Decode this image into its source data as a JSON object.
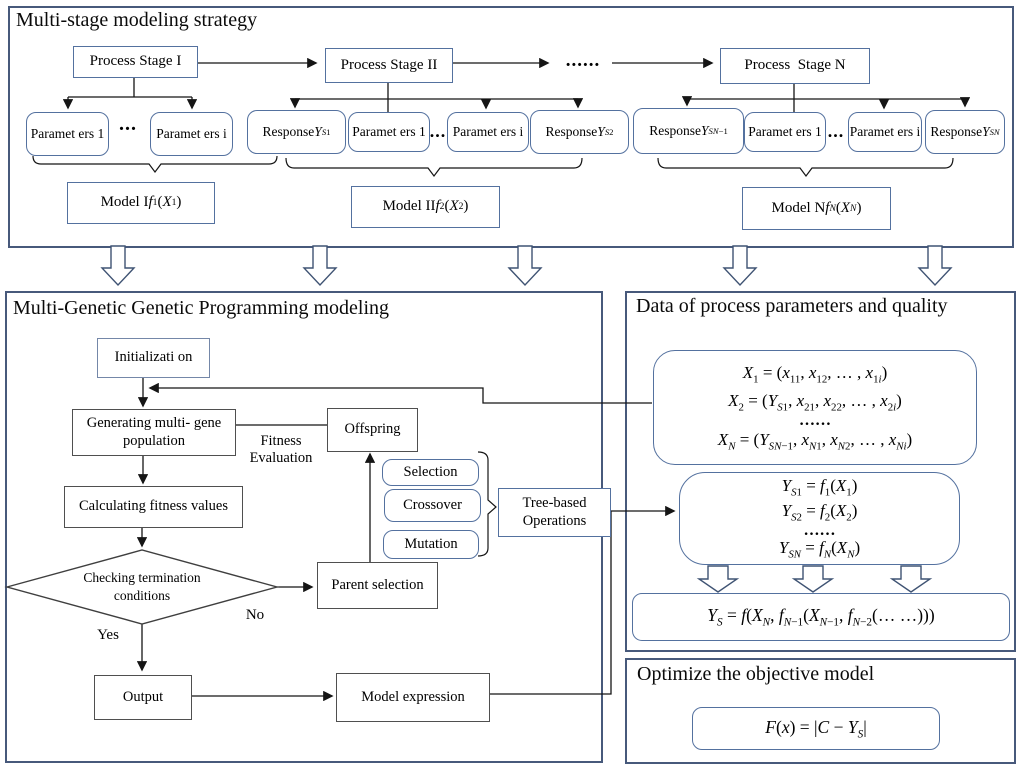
{
  "top_panel": {
    "title": "Multi-stage modeling strategy",
    "inter_stage_dots": "......",
    "stage1": {
      "label": "Process Stage I",
      "param_first": "Paramet ers 1",
      "dots": "...",
      "param_last": "Paramet ers i",
      "model_html": "Model I <i>f</i><sub>1</sub>(<i>X</i><sub>1</sub>)"
    },
    "stage2": {
      "label": "Process Stage II",
      "response_in_html": "Response<br><i>Y</i><sub><i>S</i>1</sub>",
      "param_first": "Paramet ers 1",
      "dots": "...",
      "param_last": "Paramet ers i",
      "response_out_html": "Response<br><i>Y</i><sub><i>S</i>2</sub>",
      "model_html": "Model II <i>f</i><sub>2</sub>(<i>X</i><sub>2</sub>)"
    },
    "stageN": {
      "label": "Process  Stage N",
      "response_in_html": "Response<br><i>Y</i><sub><i>SN</i>−1</sub>",
      "param_first": "Paramet ers 1",
      "dots": "...",
      "param_last": "Paramet ers i",
      "response_out_html": "Response<br><i>Y</i><sub><i>SN</i></sub>",
      "model_html": "Model N <i>f</i><sub><i>N</i></sub>(<i>X</i><sub><i>N</i></sub>)"
    }
  },
  "gp_panel": {
    "title": "Multi-Genetic Genetic Programming modeling",
    "initialization": "Initializati on",
    "generating": "Generating multi- gene population",
    "calculating": "Calculating fitness values",
    "checking": "Checking termination conditions",
    "fitness_evaluation": "Fitness Evaluation",
    "offspring": "Offspring",
    "selection": "Selection",
    "crossover": "Crossover",
    "mutation": "Mutation",
    "tree_based": "Tree-based Operations",
    "parent_selection": "Parent selection",
    "yes": "Yes",
    "no": "No",
    "output": "Output",
    "model_expression": "Model expression"
  },
  "data_panel": {
    "title": "Data of process parameters and quality",
    "x_block_html": [
      "<i>X</i><sub>1</sub> = (<i>x</i><sub>11</sub>, <i>x</i><sub>12</sub>, … , <i>x</i><sub>1<i>i</i></sub>)",
      "<i>X</i><sub>2</sub> = (<i>Y</i><sub><i>S</i>1</sub>, <i>x</i><sub>21</sub>, <i>x</i><sub>22</sub>, … , <i>x</i><sub>2<i>i</i></sub>)",
      "……",
      "<i>X</i><sub><i>N</i></sub> = (<i>Y</i><sub><i>SN</i>−1</sub>, <i>x</i><sub><i>N</i>1</sub>, <i>x</i><sub><i>N</i>2</sub>, … , <i>x</i><sub><i>Ni</i></sub>)"
    ],
    "y_block_html": [
      "<i>Y</i><sub><i>S</i>1</sub> = <i>f</i><sub>1</sub>(<i>X</i><sub>1</sub>)",
      "<i>Y</i><sub><i>S</i>2</sub> = <i>f</i><sub>2</sub>(<i>X</i><sub>2</sub>)",
      "……",
      "<i>Y</i><sub><i>SN</i></sub> = <i>f</i><sub><i>N</i></sub>(<i>X</i><sub><i>N</i></sub>)"
    ],
    "combined_html": "<i>Y</i><sub><i>S</i></sub> = <i>f</i>(<i>X</i><sub><i>N</i></sub>, <i>f</i><sub><i>N</i>−1</sub>(<i>X</i><sub><i>N</i>−1</sub>, <i>f</i><sub><i>N</i>−2</sub>(… …)))"
  },
  "optimize_panel": {
    "title": "Optimize the objective model",
    "objective_html": "<i>F</i>(<i>x</i>) = |<i>C</i> − <i>Y</i><sub><i>S</i></sub>|"
  },
  "colors": {
    "panel_border": "#47597b",
    "blue_box_border": "#54719f",
    "gray_box_border": "#4f4f4f",
    "block_arrow_outline": "#3f5373",
    "line": "#151515",
    "text": "#000000"
  }
}
